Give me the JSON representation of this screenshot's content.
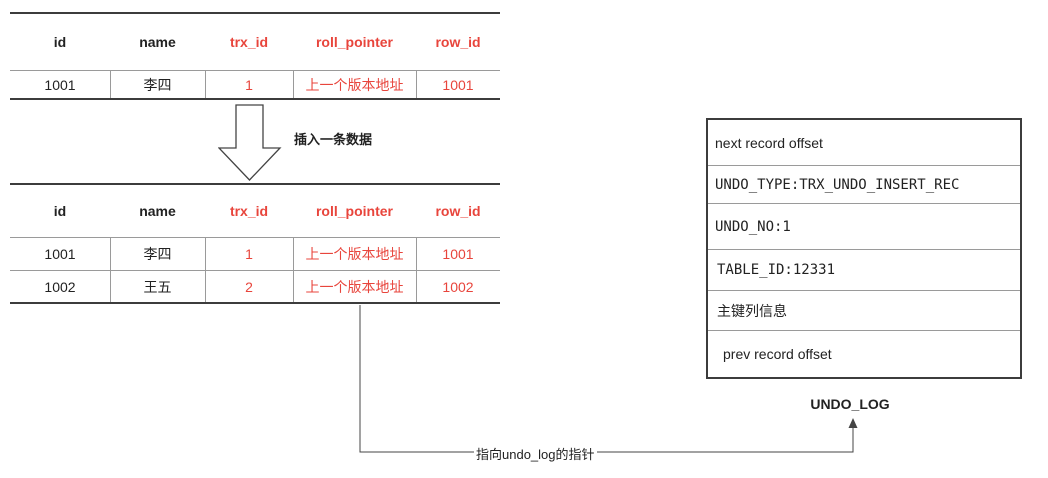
{
  "colors": {
    "highlight": "#e8453c",
    "line": "#3c3c3c",
    "grid": "#9a9a9a"
  },
  "table_before": {
    "headers": [
      "id",
      "name",
      "trx_id",
      "roll_pointer",
      "row_id"
    ],
    "rows": [
      [
        "1001",
        "李四",
        "1",
        "上一个版本地址",
        "1001"
      ]
    ]
  },
  "table_after": {
    "headers": [
      "id",
      "name",
      "trx_id",
      "roll_pointer",
      "row_id"
    ],
    "rows": [
      [
        "1001",
        "李四",
        "1",
        "上一个版本地址",
        "1001"
      ],
      [
        "1002",
        "王五",
        "2",
        "上一个版本地址",
        "1002"
      ]
    ]
  },
  "insert_caption": "插入一条数据",
  "undo_log": {
    "title": "UNDO_LOG",
    "fields": [
      "next record offset",
      "UNDO_TYPE:TRX_UNDO_INSERT_REC",
      "UNDO_NO:1",
      "TABLE_ID:12331",
      "主键列信息",
      "prev record offset"
    ]
  },
  "pointer_label": "指向undo_log的指针"
}
